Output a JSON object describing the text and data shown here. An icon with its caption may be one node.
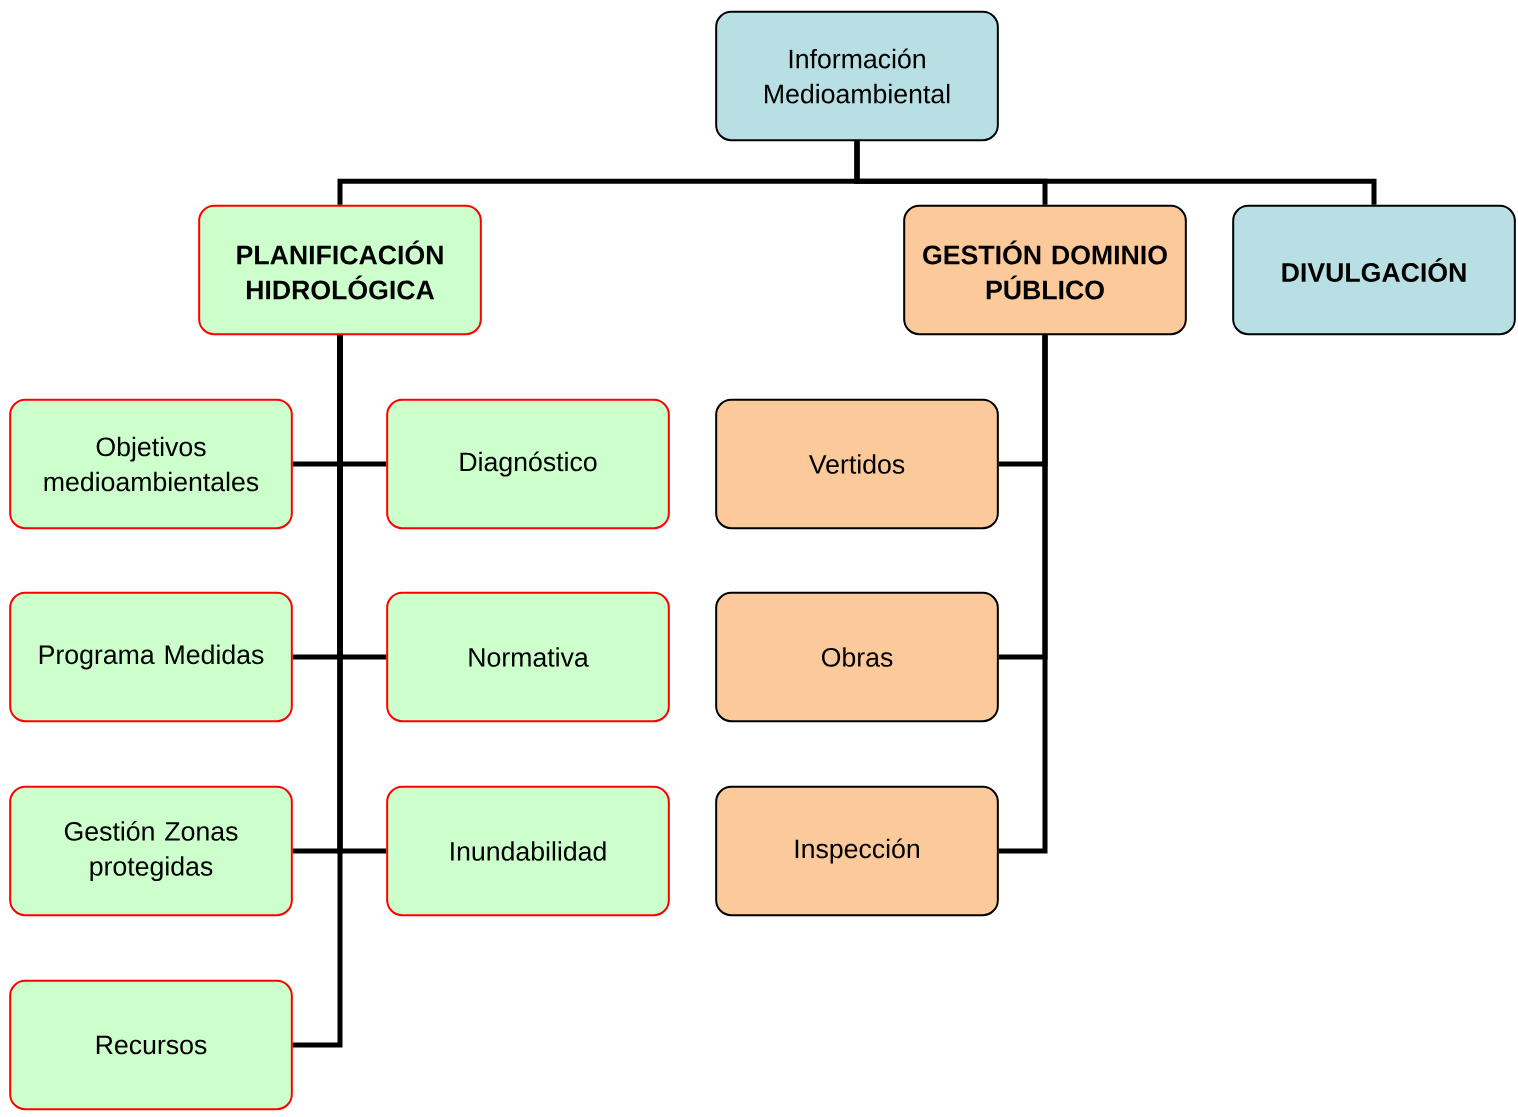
{
  "diagram": {
    "nodes": [
      {
        "text": [
          "Información Medioambiental"
        ]
      },
      {
        "text": [
          "PLANIFICACIÓN HIDROLÓGICA"
        ]
      },
      {
        "text": [
          "GESTIÓN DOMINIO PÚBLICO"
        ]
      },
      {
        "text": [
          "DIVULGACIÓN"
        ]
      },
      {
        "text": [
          "Objetivos medioambientales"
        ]
      },
      {
        "text": [
          "Diagnóstico"
        ]
      },
      {
        "text": [
          "Programa Medidas"
        ]
      },
      {
        "text": [
          "Normativa"
        ]
      },
      {
        "text": [
          "Gestión Zonas protegidas"
        ]
      },
      {
        "text": [
          "Inundabilidad"
        ]
      },
      {
        "text": [
          "Recursos"
        ]
      },
      {
        "text": [
          "Vertidos"
        ]
      },
      {
        "text": [
          "Obras"
        ]
      },
      {
        "text": [
          "Inspección"
        ]
      }
    ],
    "edges": [
      {
        "from": 0,
        "to": 1,
        "arrow": "none"
      },
      {
        "from": 0,
        "to": 2,
        "arrow": "none"
      },
      {
        "from": 0,
        "to": 3,
        "arrow": "none"
      },
      {
        "from": 1,
        "to": 4,
        "arrow": "none"
      },
      {
        "from": 1,
        "to": 5,
        "arrow": "none"
      },
      {
        "from": 1,
        "to": 6,
        "arrow": "none"
      },
      {
        "from": 1,
        "to": 7,
        "arrow": "none"
      },
      {
        "from": 1,
        "to": 8,
        "arrow": "none"
      },
      {
        "from": 1,
        "to": 9,
        "arrow": "none"
      },
      {
        "from": 1,
        "to": 10,
        "arrow": "none"
      },
      {
        "from": 2,
        "to": 11,
        "arrow": "none"
      },
      {
        "from": 2,
        "to": 12,
        "arrow": "none"
      },
      {
        "from": 2,
        "to": 13,
        "arrow": "none"
      }
    ]
  }
}
